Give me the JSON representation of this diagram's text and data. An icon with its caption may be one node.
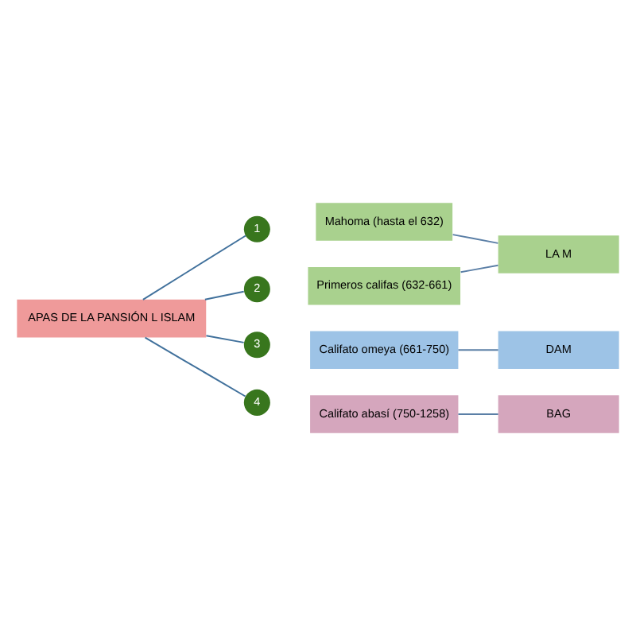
{
  "diagram": {
    "nodes": [
      {
        "text": [
          "APAS DE LA PANSIÓN L ISLAM"
        ]
      },
      {
        "text": [
          "1"
        ]
      },
      {
        "text": [
          "Mahoma (hasta el 632)"
        ]
      },
      {
        "text": [
          "2"
        ]
      },
      {
        "text": [
          "Primeros califas (632-661)"
        ]
      },
      {
        "text": [
          "3"
        ]
      },
      {
        "text": [
          "Califato omeya (661-750)"
        ]
      },
      {
        "text": [
          "4"
        ]
      },
      {
        "text": [
          "Califato abasí (750-1258)"
        ]
      },
      {
        "text": [
          "LA M"
        ]
      },
      {
        "text": [
          "DAM"
        ]
      },
      {
        "text": [
          "BAG"
        ]
      }
    ],
    "edges": [
      {
        "from": 0,
        "to": 1,
        "arrow": "none",
        "color": "#41719c"
      },
      {
        "from": 0,
        "to": 3,
        "arrow": "none",
        "color": "#41719c"
      },
      {
        "from": 0,
        "to": 5,
        "arrow": "none",
        "color": "#41719c"
      },
      {
        "from": 0,
        "to": 7,
        "arrow": "none",
        "color": "#41719c"
      },
      {
        "from": 2,
        "to": 9,
        "arrow": "none"
      },
      {
        "from": 4,
        "to": 9,
        "arrow": "none"
      },
      {
        "from": 6,
        "to": 10,
        "arrow": "none"
      },
      {
        "from": 8,
        "to": 11,
        "arrow": "none"
      }
    ]
  }
}
